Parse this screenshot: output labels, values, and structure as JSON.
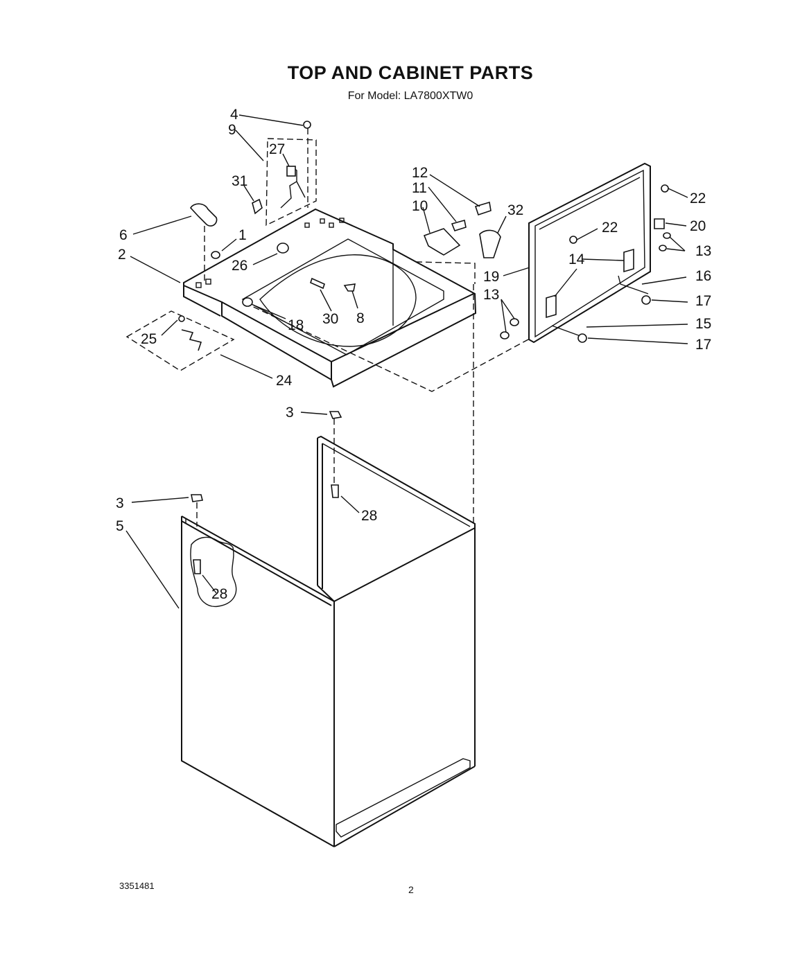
{
  "header": {
    "title": "TOP AND CABINET PARTS",
    "model": "For Model: LA7800XTW0"
  },
  "footer": {
    "doc_number": "3351481",
    "page": "2"
  },
  "callouts": [
    {
      "id": "c4",
      "label": "4"
    },
    {
      "id": "c9",
      "label": "9"
    },
    {
      "id": "c27",
      "label": "27"
    },
    {
      "id": "c31",
      "label": "31"
    },
    {
      "id": "c6",
      "label": "6"
    },
    {
      "id": "c1",
      "label": "1"
    },
    {
      "id": "c2",
      "label": "2"
    },
    {
      "id": "c26",
      "label": "26"
    },
    {
      "id": "c30",
      "label": "30"
    },
    {
      "id": "c8",
      "label": "8"
    },
    {
      "id": "c18",
      "label": "18"
    },
    {
      "id": "c25",
      "label": "25"
    },
    {
      "id": "c24",
      "label": "24"
    },
    {
      "id": "c12",
      "label": "12"
    },
    {
      "id": "c11",
      "label": "11"
    },
    {
      "id": "c10",
      "label": "10"
    },
    {
      "id": "c32",
      "label": "32"
    },
    {
      "id": "c22a",
      "label": "22"
    },
    {
      "id": "c22b",
      "label": "22"
    },
    {
      "id": "c20",
      "label": "20"
    },
    {
      "id": "c13a",
      "label": "13"
    },
    {
      "id": "c14",
      "label": "14"
    },
    {
      "id": "c19",
      "label": "19"
    },
    {
      "id": "c16",
      "label": "16"
    },
    {
      "id": "c13b",
      "label": "13"
    },
    {
      "id": "c17a",
      "label": "17"
    },
    {
      "id": "c15",
      "label": "15"
    },
    {
      "id": "c17b",
      "label": "17"
    },
    {
      "id": "c3a",
      "label": "3"
    },
    {
      "id": "c28a",
      "label": "28"
    },
    {
      "id": "c3b",
      "label": "3"
    },
    {
      "id": "c5",
      "label": "5"
    },
    {
      "id": "c28b",
      "label": "28"
    }
  ]
}
